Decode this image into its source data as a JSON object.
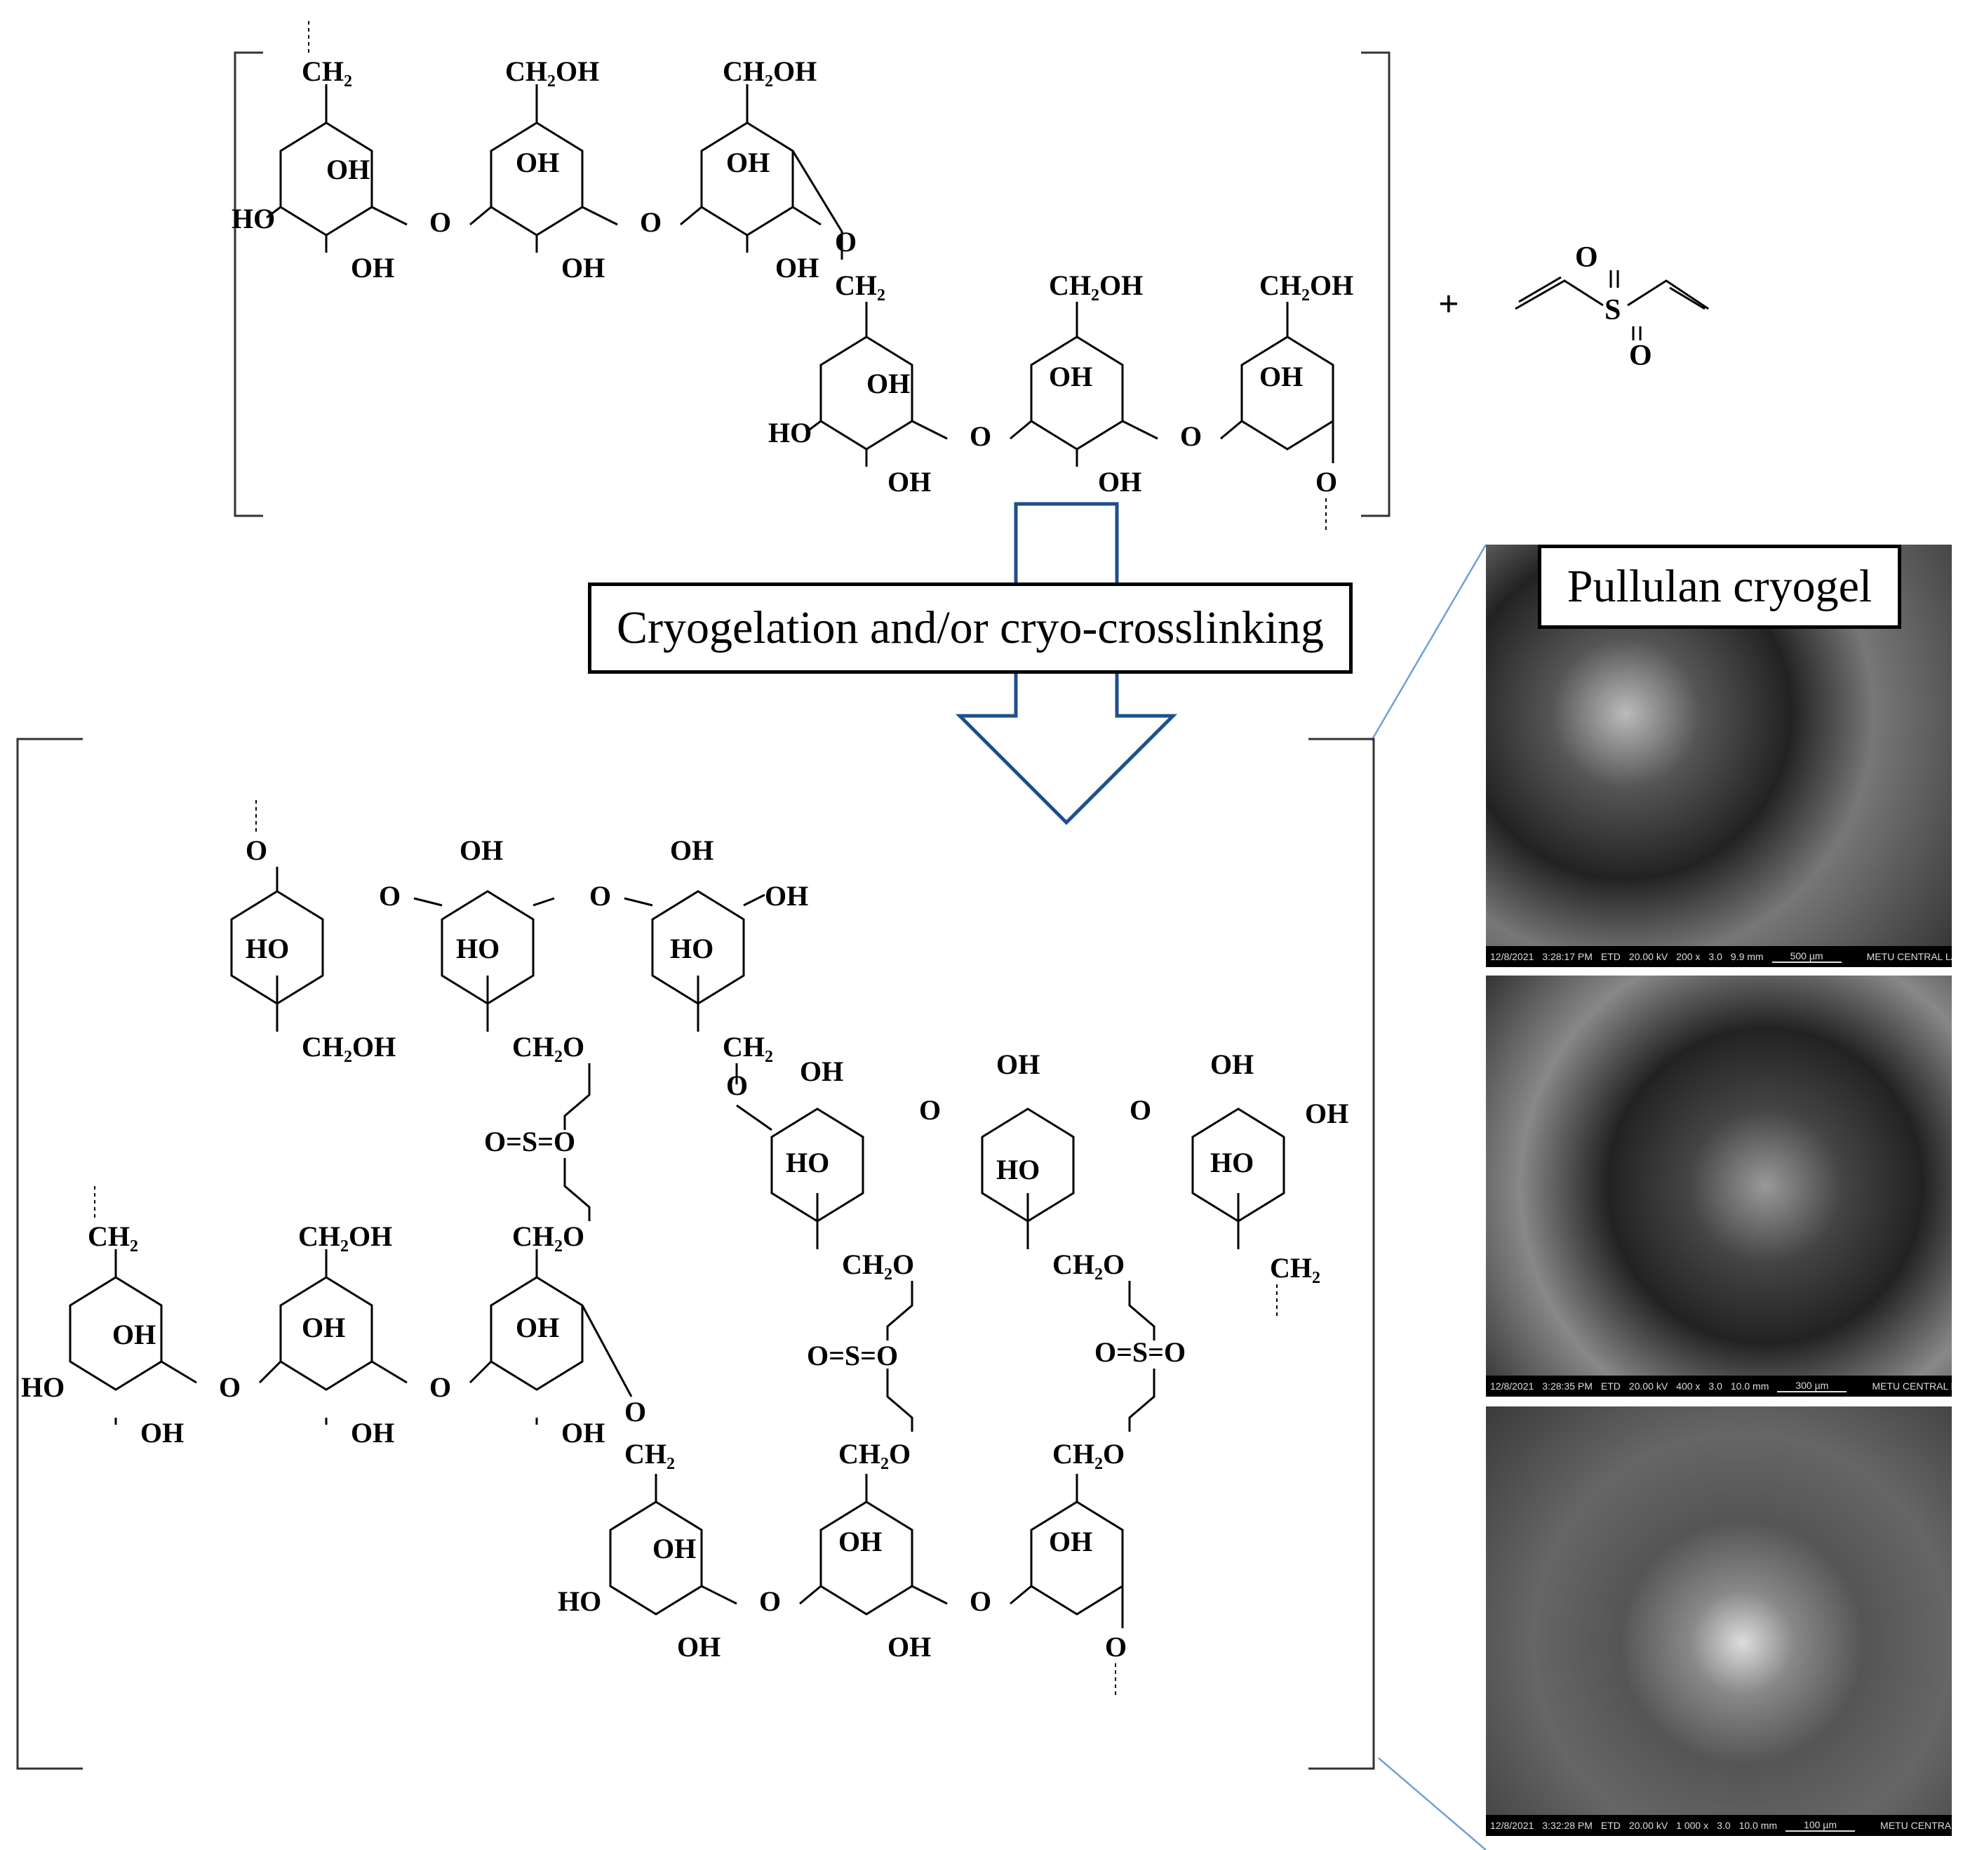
{
  "reaction": {
    "label": "Cryogelation and/or cryo-crosslinking",
    "plus": "+"
  },
  "labels": {
    "CH2": "CH₂",
    "CH2OH": "CH₂OH",
    "CH2O": "CH₂O",
    "OH": "OH",
    "HO": "HO",
    "O": "O",
    "S": "S",
    "O_eq_S_eq_O": "O=S=O"
  },
  "sem": {
    "title": "Pullulan cryogel",
    "images": [
      {
        "date": "12/8/2021",
        "time": "3:28:17 PM",
        "det": "ETD",
        "hv": "20.00 kV",
        "mag": "200 x",
        "spot": "3.0",
        "wd": "9.9 mm",
        "scale": "500 µm",
        "lab": "METU CENTRAL LAB"
      },
      {
        "date": "12/8/2021",
        "time": "3:28:35 PM",
        "det": "ETD",
        "hv": "20.00 kV",
        "mag": "400 x",
        "spot": "3.0",
        "wd": "10.0 mm",
        "scale": "300 µm",
        "lab": "METU CENTRAL LAB"
      },
      {
        "date": "12/8/2021",
        "time": "3:32:28 PM",
        "det": "ETD",
        "hv": "20.00 kV",
        "mag": "1 000 x",
        "spot": "3.0",
        "wd": "10.0 mm",
        "scale": "100 µm",
        "lab": "METU CENTRAL LAB"
      }
    ]
  },
  "colors": {
    "arrow": "#1f4e8c",
    "zoom_line": "#6fa0d8",
    "sem_bar": "#000000"
  }
}
